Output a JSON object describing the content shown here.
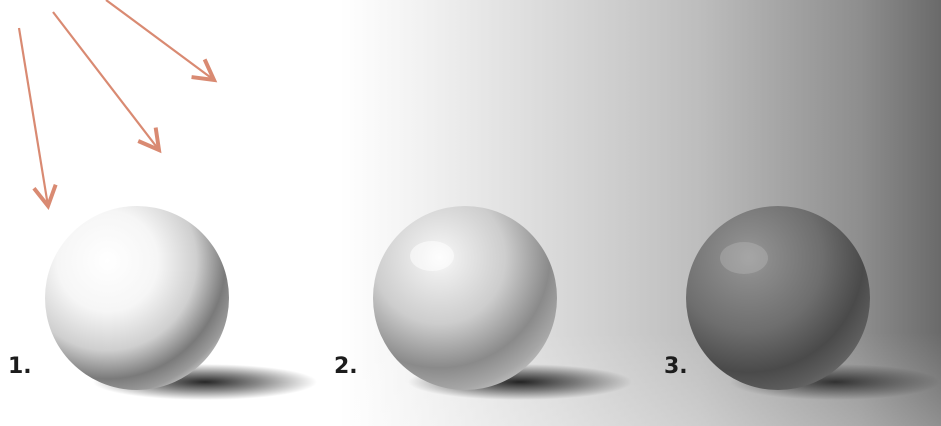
{
  "labels": {
    "one": "1.",
    "two": "2.",
    "three": "3."
  },
  "colors": {
    "arrow": "#d98a72",
    "label": "#1c1c1c"
  },
  "icons": [
    "light-direction-arrow",
    "sphere"
  ]
}
